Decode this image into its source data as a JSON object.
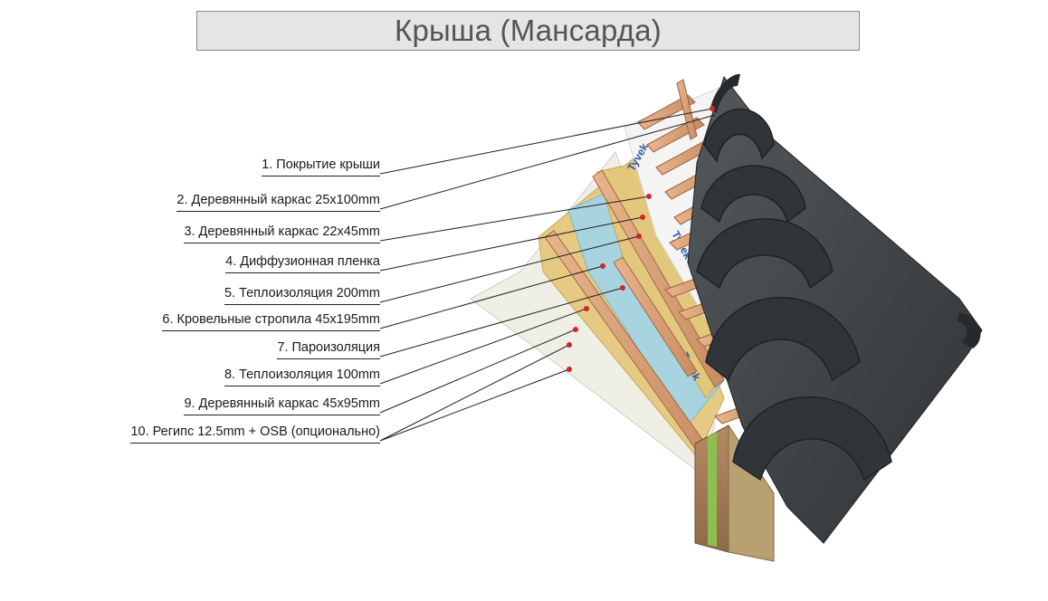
{
  "title": "Крыша (Мансарда)",
  "layers": [
    {
      "label": "1.  Покрытие крыши"
    },
    {
      "label": "2. Деревянный каркас 25х100mm"
    },
    {
      "label": "3. Деревянный каркас 22х45mm"
    },
    {
      "label": "4. Диффузионная пленка"
    },
    {
      "label": "5. Теплоизоляция 200mm"
    },
    {
      "label": "6. Кровельные стропила 45х195mm"
    },
    {
      "label": "7. Пароизоляция"
    },
    {
      "label": "8. Теплоизоляция 100mm"
    },
    {
      "label": "9. Деревянный каркас 45х95mm"
    },
    {
      "label": "10. Регипс 12.5mm + OSB (опционально)"
    }
  ],
  "membrane_brand": "Tyvek",
  "colors": {
    "roof_metal": "#3e4347",
    "timber": "#d9a27a",
    "insulation": "#e2c77a",
    "vapor_barrier": "#a9d4df",
    "marker": "#d1262b"
  }
}
